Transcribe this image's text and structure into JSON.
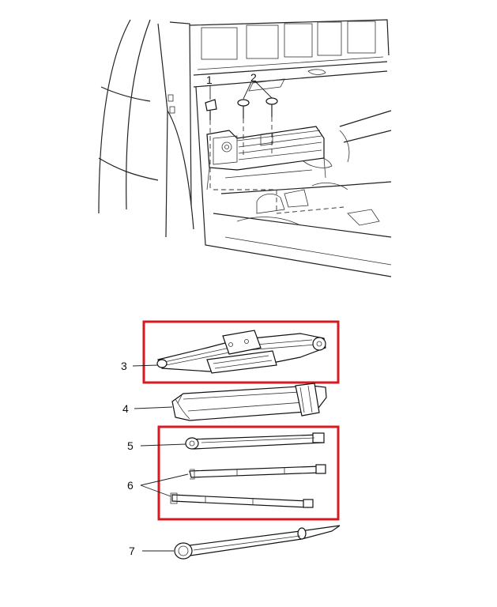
{
  "callouts": {
    "c1": "1",
    "c2": "2",
    "c3": "3",
    "c4": "4",
    "c5": "5",
    "c6": "6",
    "c7": "7"
  },
  "highlight_color": "#d71920",
  "line_color": "#222222"
}
